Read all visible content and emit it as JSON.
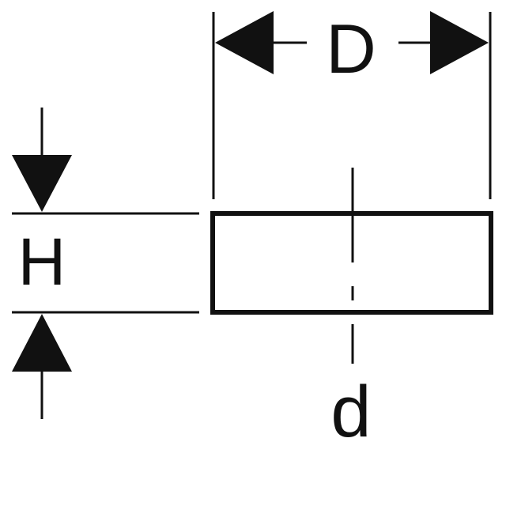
{
  "labels": {
    "outer_diameter": "D",
    "height": "H",
    "inner_diameter": "d"
  },
  "colors": {
    "line": "#111111",
    "background": "#ffffff"
  }
}
